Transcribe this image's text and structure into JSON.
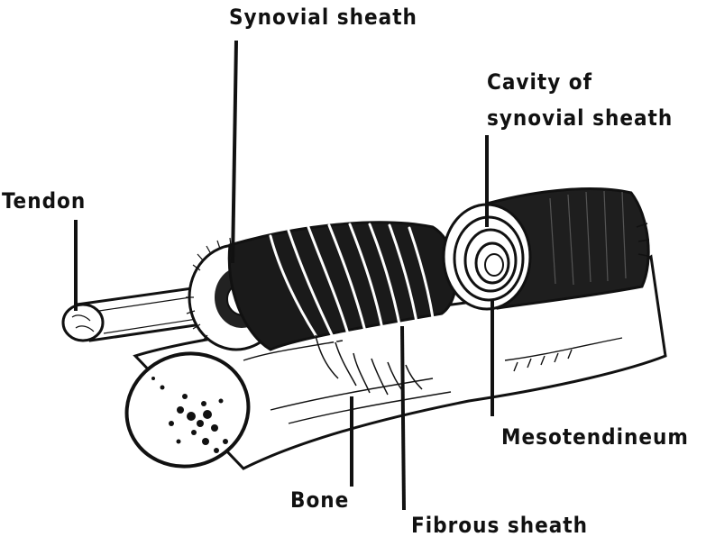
{
  "labels": {
    "synovial_sheath": "Synovial sheath",
    "cavity_line1": "Cavity of",
    "cavity_line2": "synovial sheath",
    "tendon": "Tendon",
    "mesotendineum": "Mesotendineum",
    "bone": "Bone",
    "fibrous_sheath": "Fibrous sheath"
  }
}
